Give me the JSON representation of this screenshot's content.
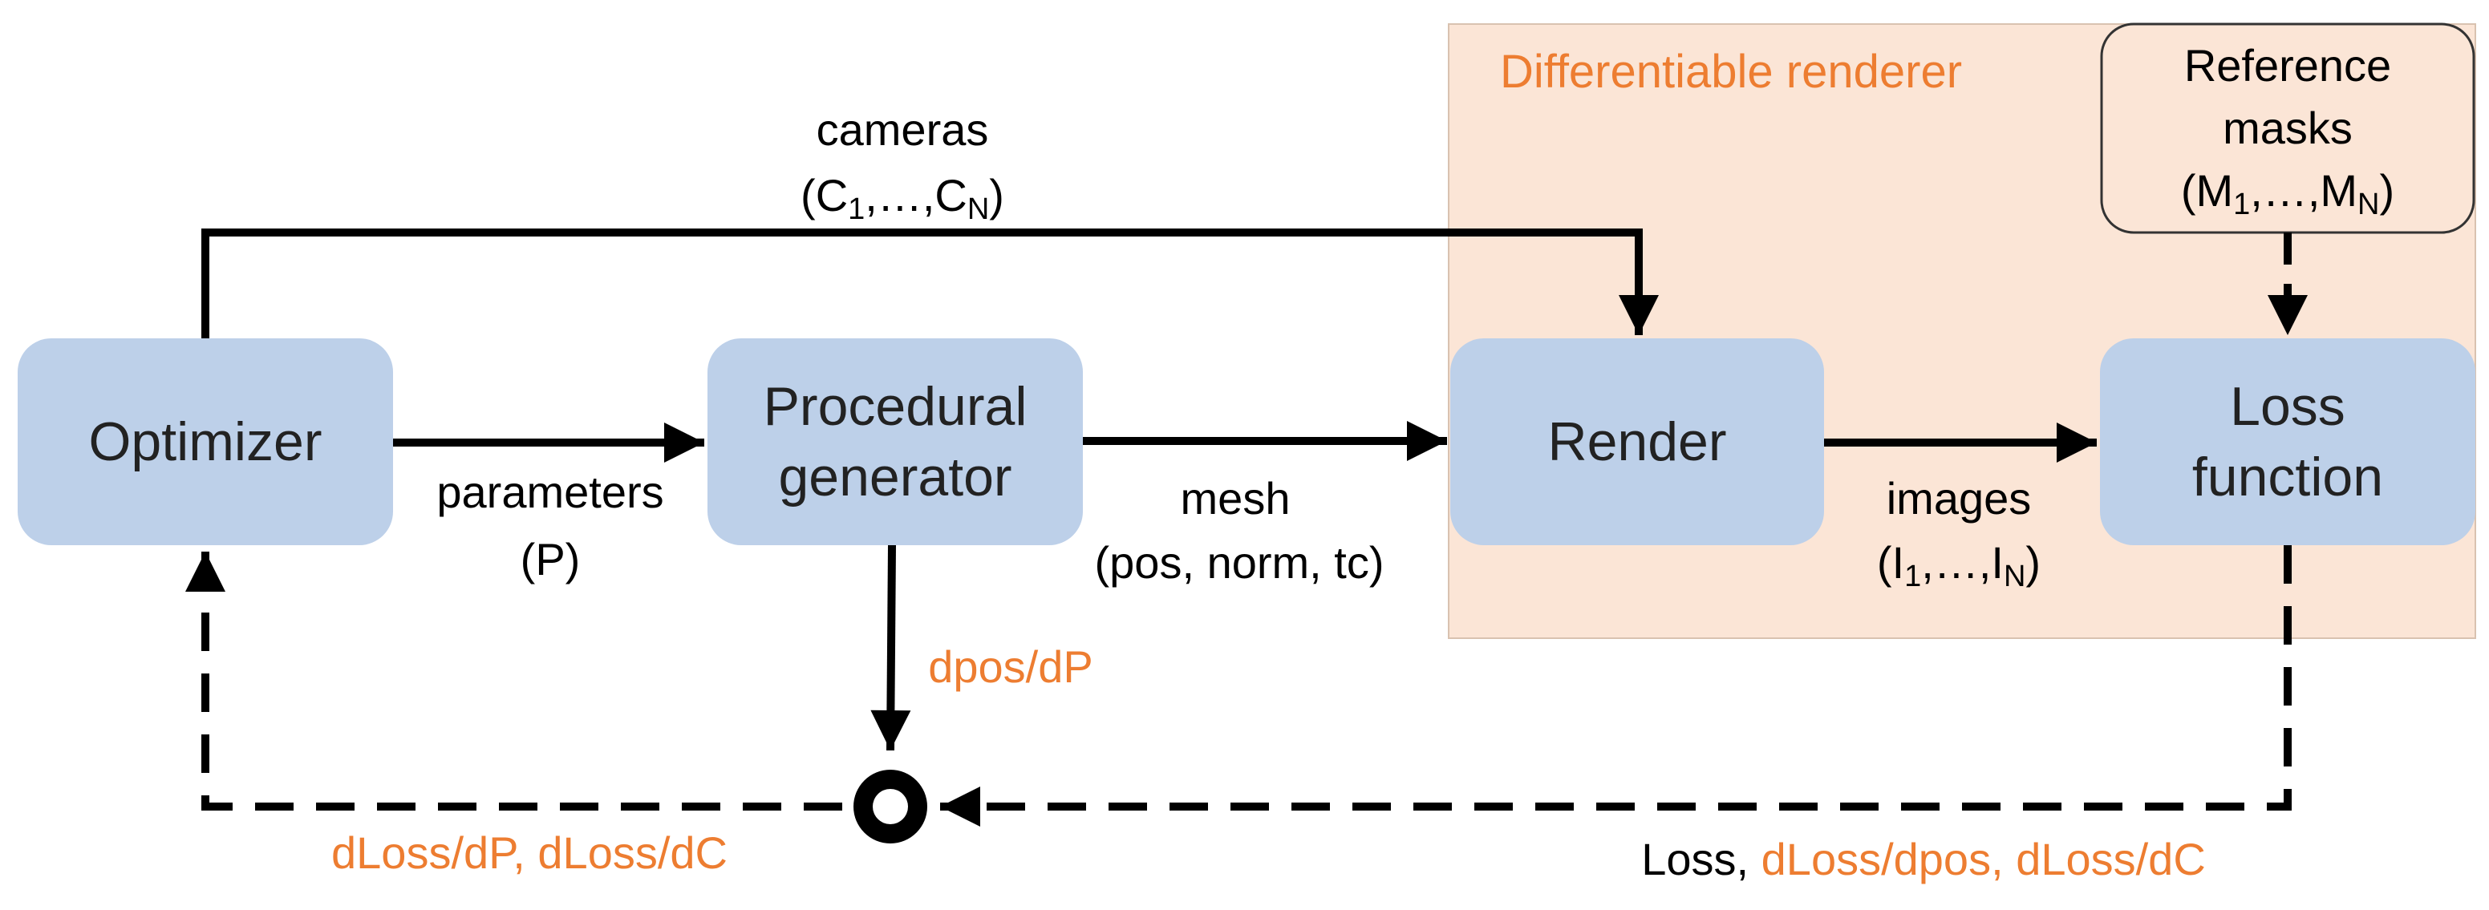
{
  "region": {
    "title": "Differentiable renderer",
    "fill_color": "#FBE5D6",
    "title_color": "#ED7D31"
  },
  "boxes": {
    "optimizer": "Optimizer",
    "procedural_generator": [
      "Procedural",
      "generator"
    ],
    "render": "Render",
    "loss_function": [
      "Loss",
      "function"
    ],
    "reference_masks": {
      "title": [
        "Reference",
        "masks"
      ],
      "set_open": "(M",
      "sub_first": "1",
      "ellipsis": ",…,M",
      "sub_last": "N",
      "set_close": ")"
    },
    "fill_color": "#BDD0E9"
  },
  "edges": {
    "cameras": {
      "name": "cameras",
      "set_open": "(C",
      "sub_first": "1",
      "ellipsis": ",…,C",
      "sub_last": "N",
      "set_close": ")"
    },
    "parameters": {
      "name": "parameters",
      "symbol": "(P)"
    },
    "mesh": {
      "name": "mesh",
      "attributes": "(pos, norm, tc)"
    },
    "images": {
      "name": "images",
      "set_open": "(I",
      "sub_first": "1",
      "ellipsis": ",…,I",
      "sub_last": "N",
      "set_close": ")"
    },
    "dpos_dp": "dpos/dP",
    "grad_to_optimizer": "dLoss/dP, dLoss/dC",
    "loss_out": {
      "loss": "Loss,",
      "gradients": "dLoss/dpos, dLoss/dC"
    }
  },
  "accent_color": "#ED7D31"
}
